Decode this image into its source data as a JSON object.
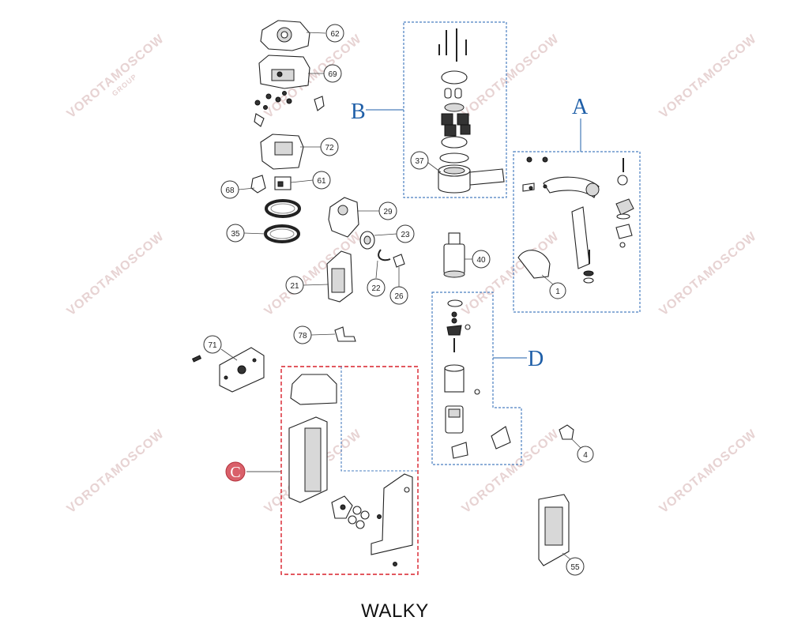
{
  "title": "WALKY",
  "watermark": {
    "text": "VOROTAMOSCOW",
    "subtext": "GROUP"
  },
  "groups": {
    "a": "A",
    "b": "B",
    "c": "C",
    "d": "D"
  },
  "callouts": {
    "p62": "62",
    "p69": "69",
    "p72": "72",
    "p61": "61",
    "p68": "68",
    "p35": "35",
    "p29": "29",
    "p23": "23",
    "p22": "22",
    "p26": "26",
    "p21": "21",
    "p78": "78",
    "p71": "71",
    "p37": "37",
    "p40": "40",
    "p1": "1",
    "p4": "4",
    "p55": "55"
  },
  "colors": {
    "group_blue": "#1f5fa8",
    "group_c_red": "#d9202a",
    "line": "#222222",
    "watermark": "#e7d3d3"
  }
}
